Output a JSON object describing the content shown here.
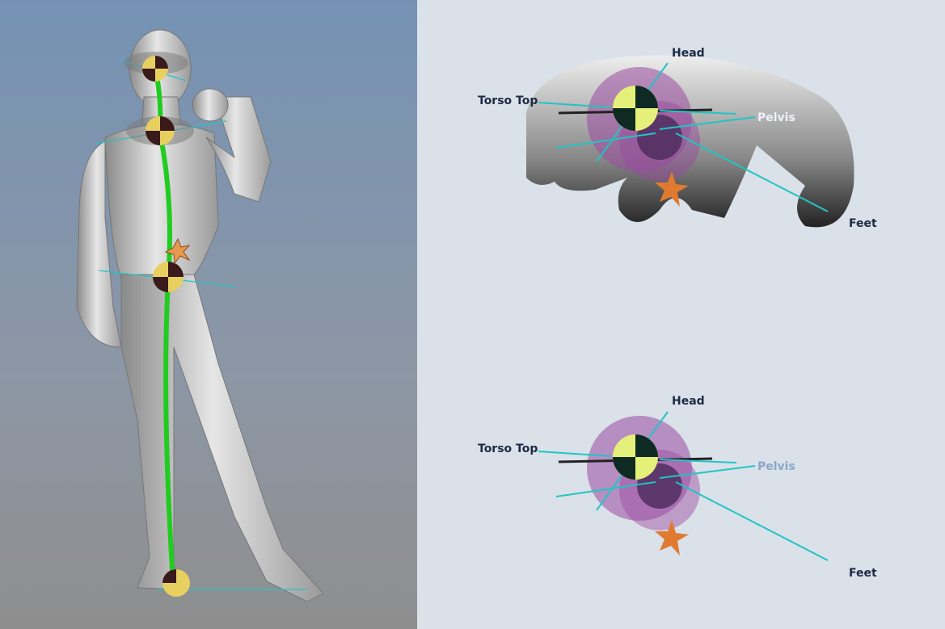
{
  "top_view": {
    "labels": {
      "head": "Head",
      "torso_top": "Torso Top",
      "pelvis": "Pelvis",
      "feet": "Feet"
    }
  },
  "bottom_view": {
    "labels": {
      "head": "Head",
      "torso_top": "Torso Top",
      "pelvis": "Pelvis",
      "feet": "Feet"
    }
  },
  "colors": {
    "spine_curve": "#22cc22",
    "guide_lines": "#22c4c4",
    "control_sphere": "#e8f07a",
    "falloff_volume": "#9a4aa0",
    "star_marker": "#e07a30",
    "label_text": "#1c2a44",
    "pelvis_highlight_label": "#8aa6c8"
  }
}
